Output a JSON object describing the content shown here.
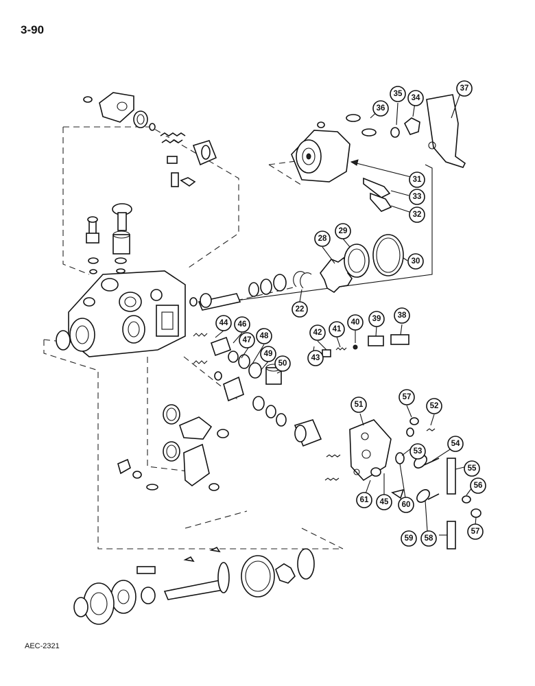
{
  "page": {
    "number": "3-90",
    "figure_code": "AEC-2321"
  },
  "callouts": [
    "37",
    "35",
    "34",
    "36",
    "31",
    "33",
    "32",
    "28",
    "29",
    "30",
    "22",
    "44",
    "46",
    "47",
    "48",
    "49",
    "50",
    "43",
    "42",
    "41",
    "40",
    "39",
    "38",
    "51",
    "57",
    "52",
    "53",
    "54",
    "55",
    "56",
    "61",
    "45",
    "60",
    "59",
    "58",
    "57"
  ]
}
